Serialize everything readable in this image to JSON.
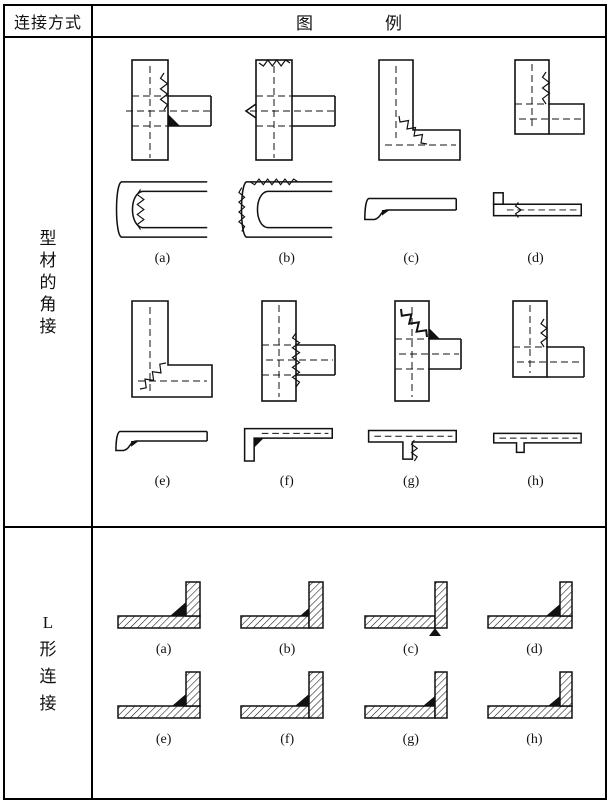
{
  "header": {
    "method_col": "连接方式",
    "example_char1": "图",
    "example_char2": "例"
  },
  "rows": [
    {
      "method": "型材的角接",
      "method_chars": [
        "型",
        "材",
        "的",
        "角",
        "接"
      ],
      "labels": [
        "(a)",
        "(b)",
        "(c)",
        "(d)",
        "(e)",
        "(f)",
        "(g)",
        "(h)"
      ]
    },
    {
      "method": "L形连接",
      "method_chars": [
        "L",
        "形",
        "连",
        "接"
      ],
      "labels": [
        "(a)",
        "(b)",
        "(c)",
        "(d)",
        "(e)",
        "(f)",
        "(g)",
        "(h)"
      ]
    }
  ]
}
